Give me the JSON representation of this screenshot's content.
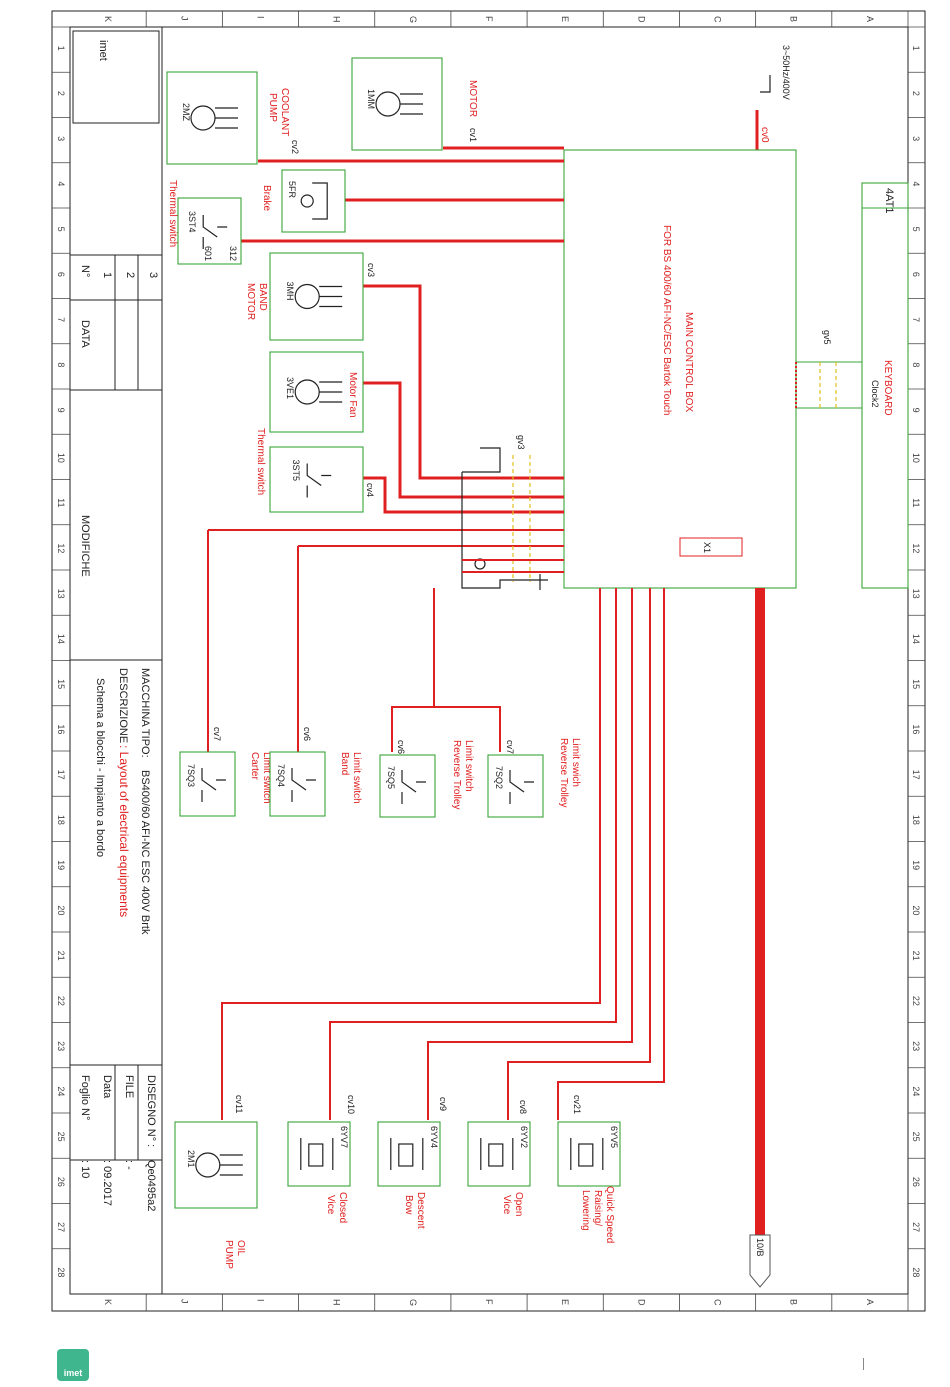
{
  "title_block": {
    "macchina_label": "MACCHINA TIPO:",
    "macchina_value": "BS400/60 AFI-NC ESC 400V Brtk",
    "descrizione_label": "DESCRIZIONE",
    "descrizione_value": ": Layout of electrical equipments",
    "schema": "Schema a blocchi - Impianto a bordo",
    "disegno_label": "DISEGNO N° :",
    "disegno_value": "Qe0495a2",
    "file_label": "FILE",
    "file_value": ": -",
    "data_label": "Data",
    "data_value": ": 09.2017",
    "foglio_label": "Foglio N°",
    "foglio_value": ": 10",
    "modifiche": "MODIFICHE",
    "nr_label": "N°",
    "data_col": "DATA",
    "rev": [
      "1",
      "2",
      "3"
    ]
  },
  "grid": {
    "columns": [
      "A",
      "B",
      "C",
      "D",
      "E",
      "F",
      "G",
      "H",
      "I",
      "J",
      "K"
    ],
    "rows": [
      "1",
      "2",
      "3",
      "4",
      "5",
      "6",
      "7",
      "8",
      "9",
      "10",
      "11",
      "12",
      "13",
      "14",
      "15",
      "16",
      "17",
      "18",
      "19",
      "20",
      "21",
      "22",
      "23",
      "24",
      "25",
      "26",
      "27",
      "28"
    ]
  },
  "supply": {
    "label": "3~50Hz/400V",
    "cable": "cv0"
  },
  "main_box": {
    "line1": "MAIN CONTROL BOX",
    "line2": "FOR BS 400/60 AFI-NC/ESC Bartok Touch",
    "connector": "X1"
  },
  "keyboard": {
    "id": "4AT1",
    "label": "KEYBOARD",
    "sub": "Clock2",
    "cable": "gv5"
  },
  "gv3": "gv3",
  "bus_ref": "10/B",
  "components": [
    {
      "id": "1MM",
      "label": "MOTOR",
      "cable": "cv1"
    },
    {
      "id": "2MZ",
      "label1": "COOLANT",
      "label2": "PUMP",
      "cable": "cv2"
    },
    {
      "id": "5FR",
      "label": "Brake"
    },
    {
      "id": "3ST4",
      "label": "Thermal switch",
      "t1": "601",
      "t2": "312"
    },
    {
      "id": "3MH",
      "label1": "BAND",
      "label2": "MOTOR",
      "cable": "cv3"
    },
    {
      "id": "3VE1",
      "label": "Motor Fan"
    },
    {
      "id": "3ST5",
      "label": "Thermal switch",
      "cable": "cv4"
    },
    {
      "id": "7SQ3",
      "label1": "Limit switch",
      "label2": "Carter",
      "cable": "cv7"
    },
    {
      "id": "7SQ4",
      "label1": "Limit switch",
      "label2": "Band",
      "cable": "cv6"
    },
    {
      "id": "7SQ5",
      "label1": "Limit switch",
      "label2": "Reverse Trolley",
      "cable": "cv6"
    },
    {
      "id": "7SQ2",
      "label1": "Limit swich",
      "label2": "Reverse Trolley",
      "cable": "cv7"
    },
    {
      "id": "2M1",
      "label1": "OIL",
      "label2": "PUMP",
      "cable": "cv11"
    },
    {
      "id": "6YV7",
      "label1": "Closed",
      "label2": "Vice",
      "cable": "cv10"
    },
    {
      "id": "6YV4",
      "label1": "Descent",
      "label2": "Bow",
      "cable": "cv9"
    },
    {
      "id": "6YV2",
      "label1": "Open",
      "label2": "Vice",
      "cable": "cv8"
    },
    {
      "id": "6YV5",
      "label1": "Quick Speed",
      "label2": "Raising/",
      "label3": "Lowering",
      "cable": "cv21"
    }
  ],
  "footer": {
    "logo": "imet"
  },
  "colors": {
    "wire": "#e02020",
    "box": "#3aa63a",
    "accent": "#3fb68e"
  }
}
